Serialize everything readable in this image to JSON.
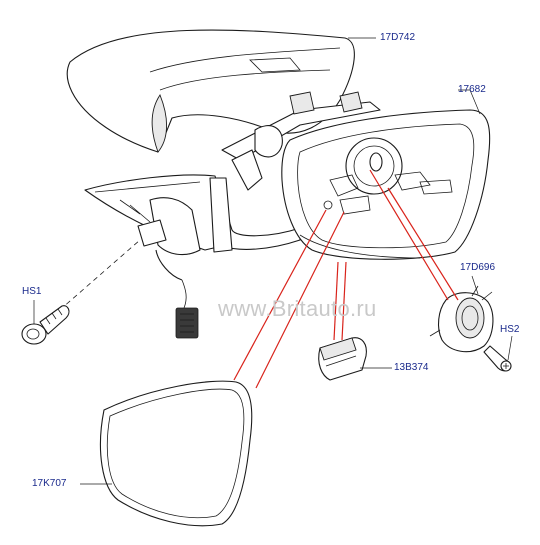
{
  "watermark": "www.Britauto.ru",
  "callouts": {
    "cover": "17D742",
    "housing": "17682",
    "bolt": "HS1",
    "motor": "17D696",
    "screw": "HS2",
    "lamp": "13B374",
    "glass": "17K707"
  }
}
